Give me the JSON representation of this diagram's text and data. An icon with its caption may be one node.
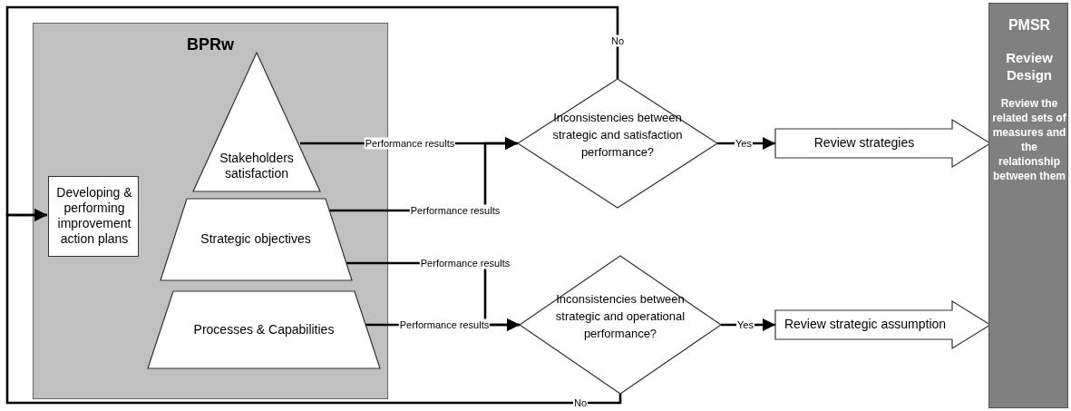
{
  "diagram": {
    "nodes": [
      {
        "text": [
          "BPRw"
        ]
      },
      {
        "text": [
          "Developing & performing improvement action plans"
        ],
        "in": 0
      },
      {
        "text": [
          "Stakeholders satisfaction"
        ],
        "in": 0
      },
      {
        "text": [
          "Strategic objectives"
        ],
        "in": 0
      },
      {
        "text": [
          "Processes & Capabilities"
        ],
        "in": 0
      },
      {
        "text": [
          "Inconsistencies between strategic and satisfaction performance?"
        ]
      },
      {
        "text": [
          "Inconsistencies between strategic and operational performance?"
        ]
      },
      {
        "text": [
          "Review strategies"
        ]
      },
      {
        "text": [
          "Review strategic assumption"
        ]
      },
      {
        "text": [
          "PMSR",
          "Review Design",
          "Review the related sets of measures and the relationship between them"
        ]
      }
    ],
    "edges": [
      {
        "from": 2,
        "to": 5,
        "label": "Performance results",
        "arrow": "to"
      },
      {
        "from": 3,
        "to": 5,
        "label": "Performance results",
        "arrow": "to"
      },
      {
        "from": 3,
        "to": 6,
        "label": "Performance results",
        "arrow": "to"
      },
      {
        "from": 4,
        "to": 6,
        "label": "Performance results",
        "arrow": "to"
      },
      {
        "from": 5,
        "to": 7,
        "label": "Yes",
        "arrow": "to"
      },
      {
        "from": 6,
        "to": 8,
        "label": "Yes",
        "arrow": "to"
      },
      {
        "from": 5,
        "to": 1,
        "label": "No",
        "arrow": "to"
      },
      {
        "from": 6,
        "to": 1,
        "label": "No",
        "arrow": "to"
      }
    ]
  }
}
